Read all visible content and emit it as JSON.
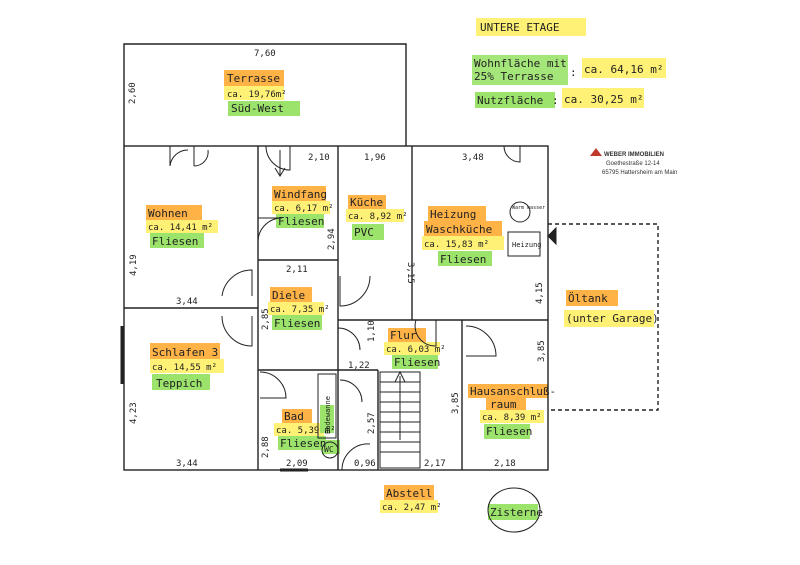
{
  "header": {
    "title": "UNTERE ETAGE",
    "wohnflaeche_label_1": "Wohnfläche mit",
    "wohnflaeche_label_2": "25% Terrasse",
    "wohnflaeche_value": "ca. 64,16 m²",
    "nutzflaeche_label": "Nutzfläche",
    "nutzflaeche_value": "ca. 30,25 m²",
    "colon": ":"
  },
  "logo": {
    "name": "WEBER IMMOBILIEN",
    "street": "Goethestraße 12-14",
    "city": "65795 Hattersheim am Main"
  },
  "rooms": {
    "terrasse": {
      "name": "Terrasse",
      "area": "ca. 19,76m²",
      "floor": "Süd-West"
    },
    "wohnen": {
      "name": "Wohnen",
      "area": "ca. 14,41 m²",
      "floor": "Fliesen"
    },
    "windfang": {
      "name": "Windfang",
      "area": "ca. 6,17 m²",
      "floor": "Fliesen"
    },
    "kueche": {
      "name": "Küche",
      "area": "ca. 8,92 m²",
      "floor": "PVC"
    },
    "heizung": {
      "name": "Heizung",
      "name2": "Waschküche",
      "area": "ca. 15,83 m²",
      "floor": "Fliesen"
    },
    "diele": {
      "name": "Diele",
      "area": "ca. 7,35 m²",
      "floor": "Fliesen"
    },
    "schlafen": {
      "name": "Schlafen 3",
      "area": "ca. 14,55 m²",
      "floor": "Teppich"
    },
    "flur": {
      "name": "Flur",
      "area": "ca. 6,03 m²",
      "floor": "Fliesen"
    },
    "bad": {
      "name": "Bad",
      "area": "ca. 5,39 m²",
      "floor": "Fliesen"
    },
    "hausanschluss": {
      "name": "Hausanschluß-",
      "name2": "raum",
      "area": "ca. 8,39 m²",
      "floor": "Fliesen"
    },
    "abstell": {
      "name": "Abstell",
      "area": "ca. 2,47 m²"
    },
    "oeltank": {
      "name": "Öltank",
      "sub": "(unter Garage)"
    },
    "zisterne": {
      "name": "Zisterne"
    }
  },
  "fixtures": {
    "warmwasser": "Warm wasser",
    "heizung": "Heizung",
    "badewanne": "Badewanne",
    "wc": "WC"
  },
  "dimensions": {
    "d760": "7,60",
    "d260": "2,60",
    "d210": "2,10",
    "d196": "1,96",
    "d348": "3,48",
    "d419": "4,19",
    "d294": "2,94",
    "d211": "2,11",
    "d315": "3,15",
    "d344a": "3,44",
    "d285": "2,85",
    "d110": "1,10",
    "d122": "1,22",
    "d415": "4,15",
    "d385a": "3,85",
    "d385b": "3,85",
    "d423": "4,23",
    "d257": "2,57",
    "d288": "2,88",
    "d209": "2,09",
    "d096": "0,96",
    "d217": "2,17",
    "d218": "2,18",
    "d344b": "3,44"
  },
  "colors": {
    "orange": "#ffb347",
    "yellow": "#fff176",
    "green": "#9be36b",
    "ink": "#222222"
  }
}
